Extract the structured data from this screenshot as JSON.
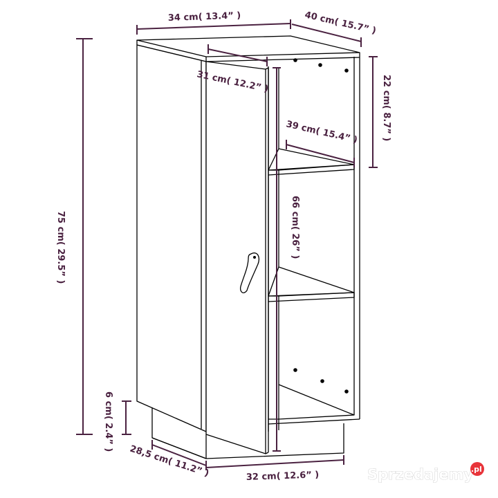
{
  "dimensions": {
    "top_width": "34 cm( 13.4” )",
    "top_depth": "40 cm( 15.7” )",
    "door_width": "31 cm( 12.2” )",
    "shelf_height": "22 cm( 8.7” )",
    "shelf_depth": "39 cm( 15.4” )",
    "inner_height": "66 cm( 26” )",
    "total_height": "75 cm( 29.5” )",
    "base_height": "6 cm( 2.4” )",
    "base_depth": "28,5 cm( 11.2” )",
    "base_width": "32 cm( 12.6” )"
  },
  "watermark": {
    "brand": "Sprzedajemy",
    "suffix": ".pl"
  },
  "colors": {
    "outline": "#000000",
    "dimension_line": "#4a2140",
    "watermark_text": "#ffffff"
  }
}
